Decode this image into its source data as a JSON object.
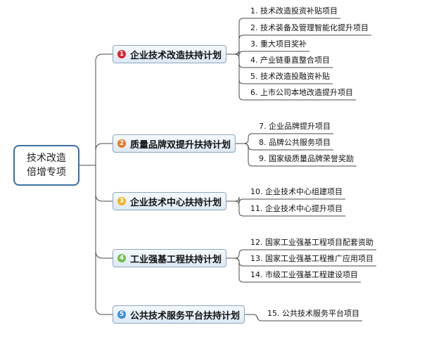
{
  "root": {
    "line1": "技术改造",
    "line2": "倍增专项"
  },
  "branches": [
    {
      "badge": "1",
      "color": "#d7262c",
      "label": "企业技术改造扶持计划",
      "items": [
        "1. 技术改造投资补贴项目",
        "2. 技术装备及管理智能化提升项目",
        "3. 重大项目奖补",
        "4. 产业链垂直整合项目",
        "5. 技术改造投融资补贴",
        "6. 上市公司本地改造提升项目"
      ]
    },
    {
      "badge": "2",
      "color": "#e8782a",
      "label": "质量品牌双提升扶持计划",
      "items": [
        "7. 企业品牌提升项目",
        "8. 品牌公共服务项目",
        "9. 国家级质量品牌荣誉奖励"
      ]
    },
    {
      "badge": "3",
      "color": "#f0b323",
      "label": "企业技术中心扶持计划",
      "items": [
        "10. 企业技术中心组建项目",
        "11. 企业技术中心提升项目"
      ]
    },
    {
      "badge": "4",
      "color": "#6cc04a",
      "label": "工业强基工程扶持计划",
      "items": [
        "12. 国家工业强基工程项目配套资助",
        "13. 国家工业强基工程推广应用项目",
        "14. 市级工业强基工程建设项目"
      ]
    },
    {
      "badge": "5",
      "color": "#3d8fd6",
      "label": "公共技术服务平台扶持计划",
      "items": [
        "15. 公共技术服务平台项目"
      ]
    }
  ]
}
